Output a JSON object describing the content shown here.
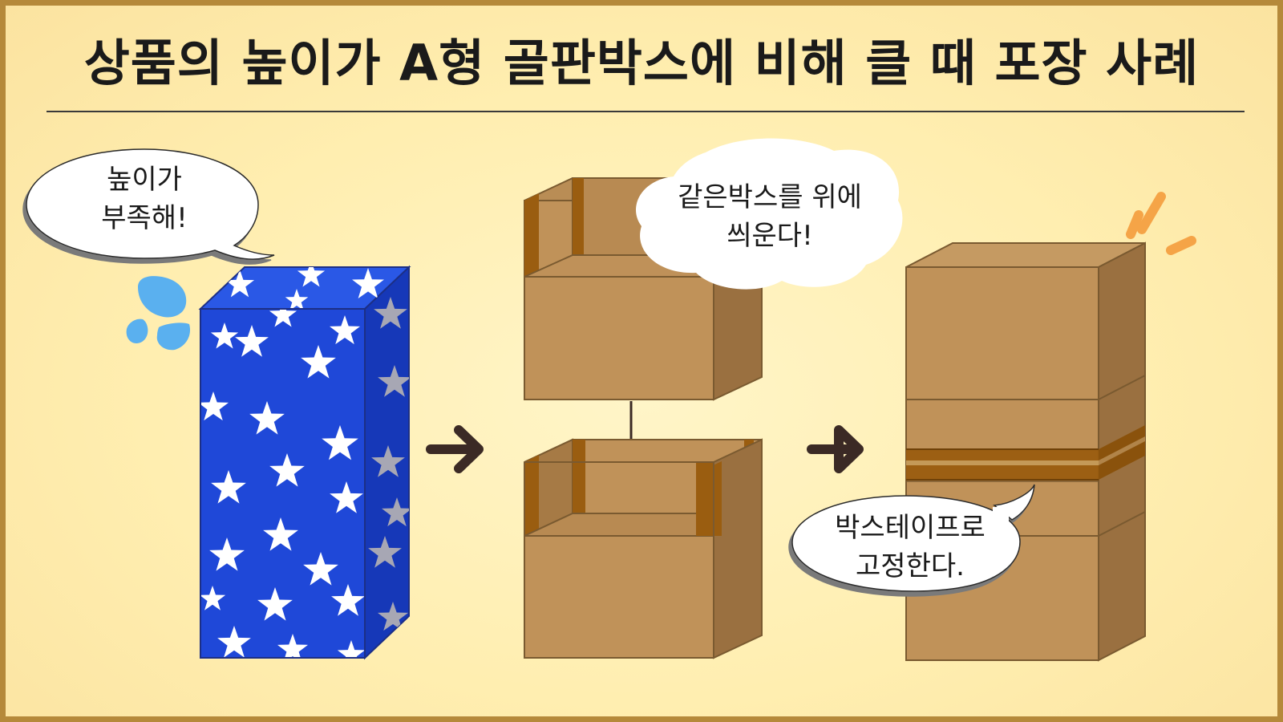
{
  "title": "상품의 높이가 A형 골판박스에 비해 클 때 포장 사례",
  "steps": [
    {
      "id": "product",
      "bubble_lines": [
        "높이가",
        "부족해!"
      ]
    },
    {
      "id": "stack",
      "bubble_lines": [
        "같은박스를 위에",
        "씌운다!"
      ]
    },
    {
      "id": "tape",
      "bubble_lines": [
        "박스테이프로",
        "고정한다."
      ]
    }
  ],
  "colors": {
    "background": "#ffeeb0",
    "frame": "#b5893a",
    "box_front": "#c09259",
    "box_side": "#9a7040",
    "tape": "#9a5d10",
    "gift_wrap": "#1f48d8",
    "sweat_drop": "#5ab0ef",
    "arrow": "#3b2a25"
  },
  "icons": [
    "sweat-drops-icon",
    "right-arrow-icon",
    "down-arrow-icon",
    "emphasis-lines-icon",
    "star-pattern"
  ]
}
